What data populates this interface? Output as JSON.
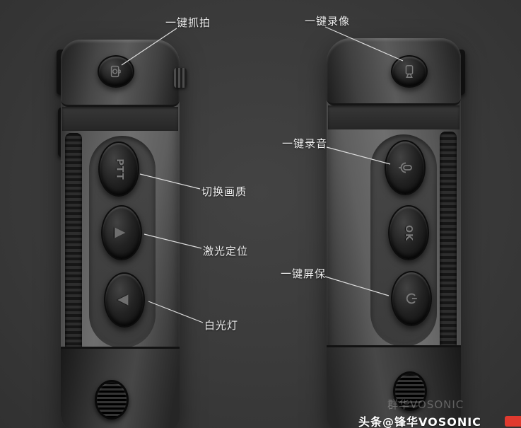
{
  "scene": {
    "background": "#3a3a3a",
    "subject": "body-worn camera side views with annotated buttons"
  },
  "callouts": {
    "snapshot": {
      "label": "一键抓拍"
    },
    "record_video": {
      "label": "一键录像"
    },
    "record_audio": {
      "label": "一键录音"
    },
    "switch_quality": {
      "label": "切换画质"
    },
    "laser_positioning": {
      "label": "激光定位"
    },
    "screensaver": {
      "label": "一键屏保"
    },
    "white_light": {
      "label": "白光灯"
    }
  },
  "device_buttons": {
    "ptt": "PTT",
    "ok": "OK",
    "up": "▲",
    "down": "▼"
  },
  "watermarks": {
    "brand_faint": "群华VOSONIC",
    "footer": "头条@锋华VOSONIC"
  },
  "colors": {
    "label_text": "#eeeeee",
    "leader_line": "#dddddd",
    "footer_text": "#ffffff",
    "badge_red": "#e03a2f"
  }
}
